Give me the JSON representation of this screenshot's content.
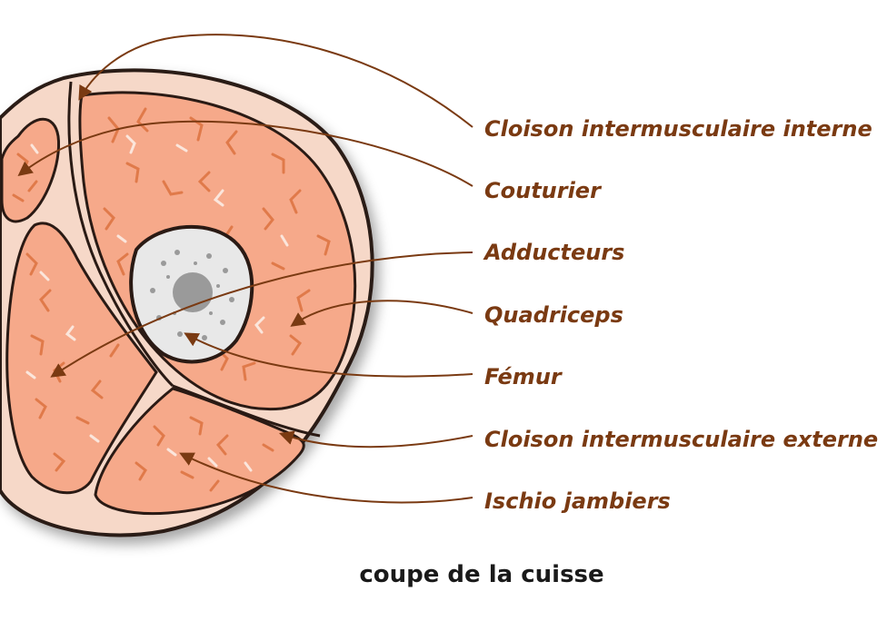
{
  "diagram": {
    "caption": "coupe de la cuisse",
    "label_color": "#7a3a12",
    "labels": [
      {
        "id": "cloison-interne",
        "text": "Cloison intermusculaire interne"
      },
      {
        "id": "couturier",
        "text": "Couturier"
      },
      {
        "id": "adducteurs",
        "text": "Adducteurs"
      },
      {
        "id": "quadriceps",
        "text": "Quadriceps"
      },
      {
        "id": "femur",
        "text": "Fémur"
      },
      {
        "id": "cloison-externe",
        "text": "Cloison intermusculaire externe"
      },
      {
        "id": "ischio",
        "text": "Ischio jambiers"
      }
    ],
    "colors": {
      "muscle": "#f6a98a",
      "fascia": "#f6d8c8",
      "outline": "#2a1a14",
      "bone": "#e8e8e8",
      "marrow": "#9a9a9a",
      "vein_orange": "#e07a4a",
      "vein_white": "#fbe6dc"
    }
  }
}
